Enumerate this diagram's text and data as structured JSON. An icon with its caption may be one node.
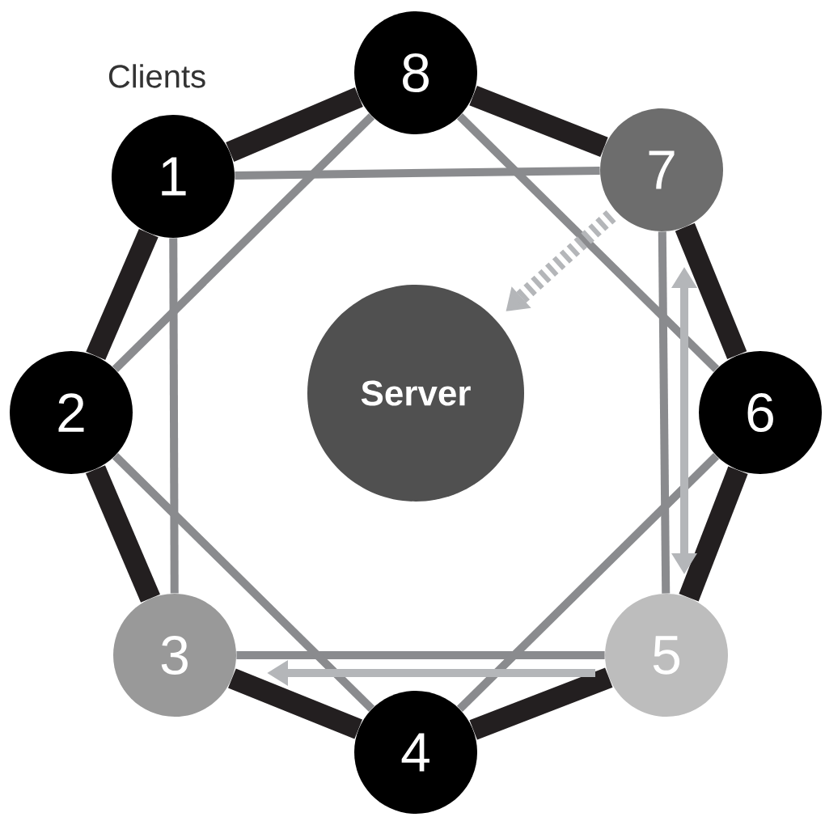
{
  "diagram": {
    "nodes": [
      {
        "text": [
          "1"
        ]
      },
      {
        "text": [
          "2"
        ]
      },
      {
        "text": [
          "3"
        ]
      },
      {
        "text": [
          "4"
        ]
      },
      {
        "text": [
          "5"
        ]
      },
      {
        "text": [
          "6"
        ]
      },
      {
        "text": [
          "7"
        ]
      },
      {
        "text": [
          "8"
        ]
      },
      {
        "text": [
          "Server"
        ]
      }
    ],
    "edges": [
      {
        "from": 0,
        "to": 7,
        "arrow": "none",
        "style": "thick",
        "color": "#231f20"
      },
      {
        "from": 7,
        "to": 6,
        "arrow": "none",
        "style": "thick",
        "color": "#231f20"
      },
      {
        "from": 6,
        "to": 5,
        "arrow": "none",
        "style": "thick",
        "color": "#231f20"
      },
      {
        "from": 5,
        "to": 4,
        "arrow": "none",
        "style": "thick",
        "color": "#231f20"
      },
      {
        "from": 4,
        "to": 3,
        "arrow": "none",
        "style": "thick",
        "color": "#231f20"
      },
      {
        "from": 3,
        "to": 2,
        "arrow": "none",
        "style": "thick",
        "color": "#231f20"
      },
      {
        "from": 2,
        "to": 1,
        "arrow": "none",
        "style": "thick",
        "color": "#231f20"
      },
      {
        "from": 1,
        "to": 0,
        "arrow": "none",
        "style": "thick",
        "color": "#231f20"
      },
      {
        "from": 0,
        "to": 6,
        "arrow": "none",
        "color": "#8a8b8e"
      },
      {
        "from": 0,
        "to": 2,
        "arrow": "none",
        "color": "#8a8b8e"
      },
      {
        "from": 6,
        "to": 4,
        "arrow": "none",
        "color": "#8a8b8e"
      },
      {
        "from": 2,
        "to": 4,
        "arrow": "none",
        "color": "#8a8b8e"
      },
      {
        "from": 7,
        "to": 1,
        "arrow": "none",
        "color": "#8a8b8e"
      },
      {
        "from": 7,
        "to": 5,
        "arrow": "none",
        "color": "#8a8b8e"
      },
      {
        "from": 1,
        "to": 3,
        "arrow": "none",
        "color": "#8a8b8e"
      },
      {
        "from": 3,
        "to": 5,
        "arrow": "none",
        "color": "#8a8b8e"
      },
      {
        "from": 6,
        "to": 4,
        "arrow": "both",
        "color": "#b4b6b9"
      },
      {
        "from": 4,
        "to": 2,
        "arrow": "to",
        "color": "#b4b6b9"
      },
      {
        "from": 6,
        "to": 8,
        "arrow": "to",
        "style": "dashed",
        "color": "#b4b6b9"
      }
    ],
    "labels": [
      "Clients"
    ]
  }
}
